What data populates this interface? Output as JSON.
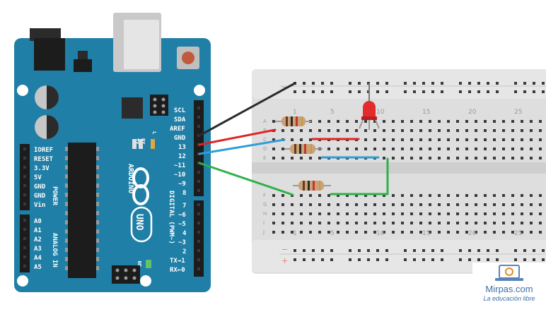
{
  "arduino": {
    "board_color": "#1f7fa6",
    "model": "UNO",
    "brand": "ARDUINO",
    "header_top_labels": [
      "SCL",
      "SDA",
      "AREF",
      "GND",
      "13",
      "12",
      "~11",
      "~10",
      "~9",
      "8"
    ],
    "header_mid_labels": [
      "7",
      "~6",
      "~5",
      "4",
      "~3",
      "2",
      "TX→1",
      "RX←0"
    ],
    "digital_label": "DIGITAL (PWM~)",
    "power_labels": [
      "IOREF",
      "RESET",
      "3.3V",
      "5V",
      "GND",
      "GND",
      "Vin"
    ],
    "power_group": "POWER",
    "analog_labels": [
      "A0",
      "A1",
      "A2",
      "A3",
      "A4",
      "A5"
    ],
    "analog_group": "ANALOG IN",
    "tx_label": "TX",
    "rx_label": "RX",
    "l_label": "L",
    "on_label": "ON"
  },
  "breadboard": {
    "column_numbers": [
      "1",
      "5",
      "10",
      "15",
      "20",
      "25"
    ],
    "top_rows": [
      "A",
      "B",
      "C",
      "D",
      "E"
    ],
    "bottom_rows": [
      "F",
      "G",
      "H",
      "I",
      "J"
    ],
    "rail_minus": "−",
    "rail_plus": "+"
  },
  "wires": {
    "gnd_color": "#2b2b2b",
    "pin13_color": "#e02424",
    "pin12_color": "#2c9ed8",
    "pin11_color": "#2fb04a"
  },
  "components": {
    "led_color": "#e32b2b",
    "resistor_color": "#c9a27a",
    "resistor_count": 3
  },
  "watermark": {
    "name": "Mirpas.com",
    "tagline": "La educación libre"
  }
}
